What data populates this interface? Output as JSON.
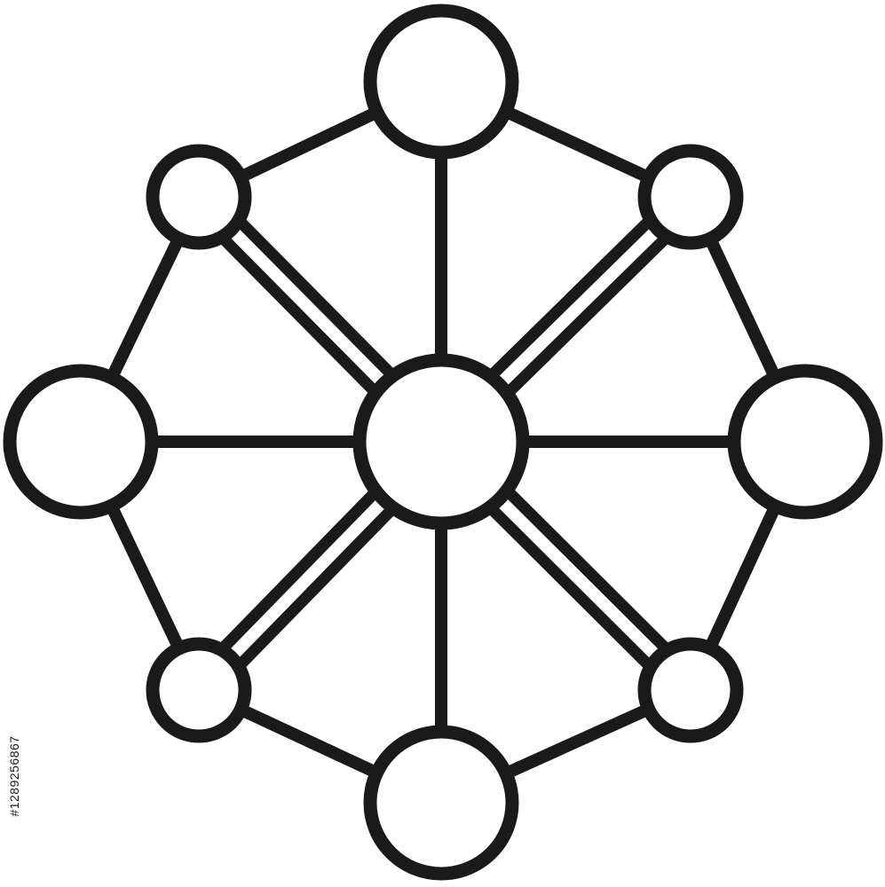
{
  "diagram": {
    "type": "network-wheel-icon",
    "nodes": [
      {
        "id": "center",
        "label": "",
        "size": "large"
      },
      {
        "id": "top",
        "label": "",
        "size": "large"
      },
      {
        "id": "top-right",
        "label": "",
        "size": "small"
      },
      {
        "id": "right",
        "label": "",
        "size": "large"
      },
      {
        "id": "bottom-right",
        "label": "",
        "size": "small"
      },
      {
        "id": "bottom",
        "label": "",
        "size": "large"
      },
      {
        "id": "bottom-left",
        "label": "",
        "size": "small"
      },
      {
        "id": "left",
        "label": "",
        "size": "large"
      },
      {
        "id": "top-left",
        "label": "",
        "size": "small"
      }
    ],
    "edges": [
      {
        "from": "center",
        "to": "top",
        "style": "single"
      },
      {
        "from": "center",
        "to": "right",
        "style": "single"
      },
      {
        "from": "center",
        "to": "bottom",
        "style": "single"
      },
      {
        "from": "center",
        "to": "left",
        "style": "single"
      },
      {
        "from": "center",
        "to": "top-right",
        "style": "double"
      },
      {
        "from": "center",
        "to": "bottom-right",
        "style": "double"
      },
      {
        "from": "center",
        "to": "bottom-left",
        "style": "double"
      },
      {
        "from": "center",
        "to": "top-left",
        "style": "double"
      },
      {
        "from": "top",
        "to": "top-right",
        "style": "single"
      },
      {
        "from": "top-right",
        "to": "right",
        "style": "single"
      },
      {
        "from": "right",
        "to": "bottom-right",
        "style": "single"
      },
      {
        "from": "bottom-right",
        "to": "bottom",
        "style": "single"
      },
      {
        "from": "bottom",
        "to": "bottom-left",
        "style": "single"
      },
      {
        "from": "bottom-left",
        "to": "left",
        "style": "single"
      },
      {
        "from": "left",
        "to": "top-left",
        "style": "single"
      },
      {
        "from": "top-left",
        "to": "top",
        "style": "single"
      }
    ],
    "colors": {
      "stroke": "#1a1a1a",
      "fill": "#ffffff",
      "background": "#ffffff"
    }
  },
  "watermark": {
    "stock_id": "#1289256867"
  }
}
